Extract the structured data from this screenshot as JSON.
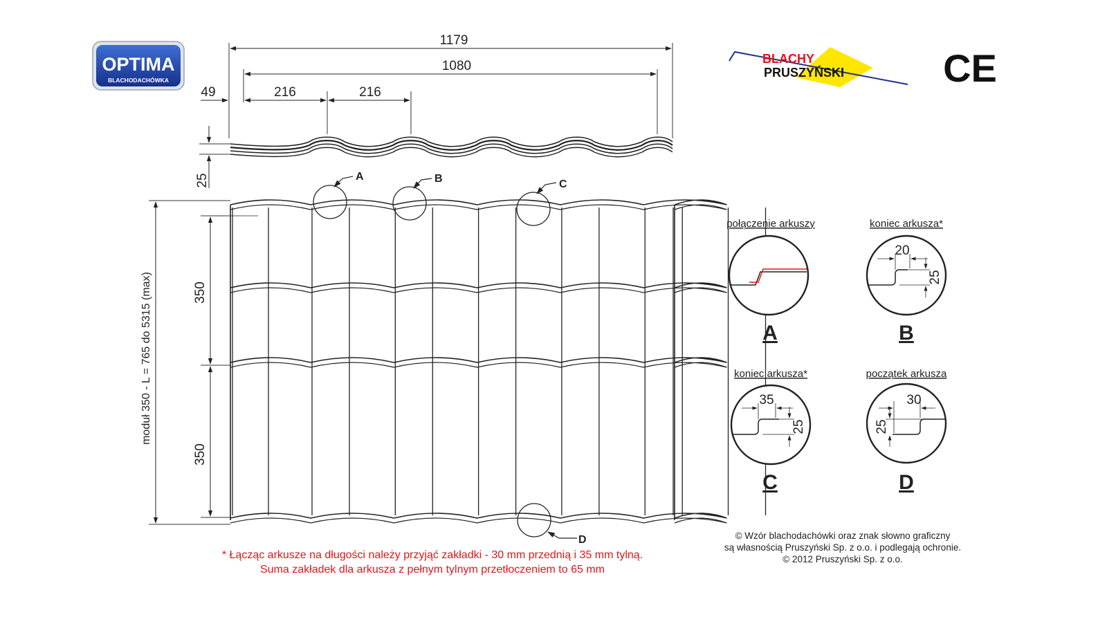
{
  "brand": {
    "optima_title": "OPTIMA",
    "optima_subtitle": "BLACHODACHÓWKA",
    "company_line1": "BLACHY",
    "company_line2": "PRUSZYŃSKI",
    "ce_mark": "CE"
  },
  "profile_dims": {
    "total_width": "1179",
    "effective_width": "1080",
    "edge_offset": "49",
    "module_1": "216",
    "module_2": "216",
    "profile_height": "25"
  },
  "front_dims": {
    "row_1": "350",
    "row_2": "350",
    "sheet_length": "moduł 350 - L = 765 do 5315 (max)"
  },
  "callouts": [
    "A",
    "B",
    "C",
    "D"
  ],
  "details": [
    {
      "caption": "połączenie arkuszy",
      "letter": "A"
    },
    {
      "caption": "koniec arkusza*",
      "letter": "B",
      "dim_h": "20",
      "dim_v": "25"
    },
    {
      "caption": "koniec arkusza*",
      "letter": "C",
      "dim_h": "35",
      "dim_v": "25"
    },
    {
      "caption": "początek arkusza",
      "letter": "D",
      "dim_h": "30",
      "dim_v": "25"
    }
  ],
  "footnote": {
    "line1": "* Łącząc arkusze na długości należy przyjąć zakładki - 30 mm przednią i 35 mm tylną.",
    "line2": "Suma zakładek dla arkusza z pełnym tylnym przetłoczeniem to 65 mm"
  },
  "copyright": {
    "line1": "© Wzór blachodachówki oraz znak słowno graficzny",
    "line2": "są własnością Pruszyński Sp. z o.o.  i podlegają ochronie.",
    "line3": "© 2012 Pruszyński Sp. z o.o."
  },
  "colors": {
    "line": "#222222",
    "note_red": "#e3141b",
    "optima_blue": "#1d3f9e",
    "logo_yellow": "#ffe600",
    "logo_red": "#e3141b",
    "logo_blue": "#1d2f8f"
  }
}
